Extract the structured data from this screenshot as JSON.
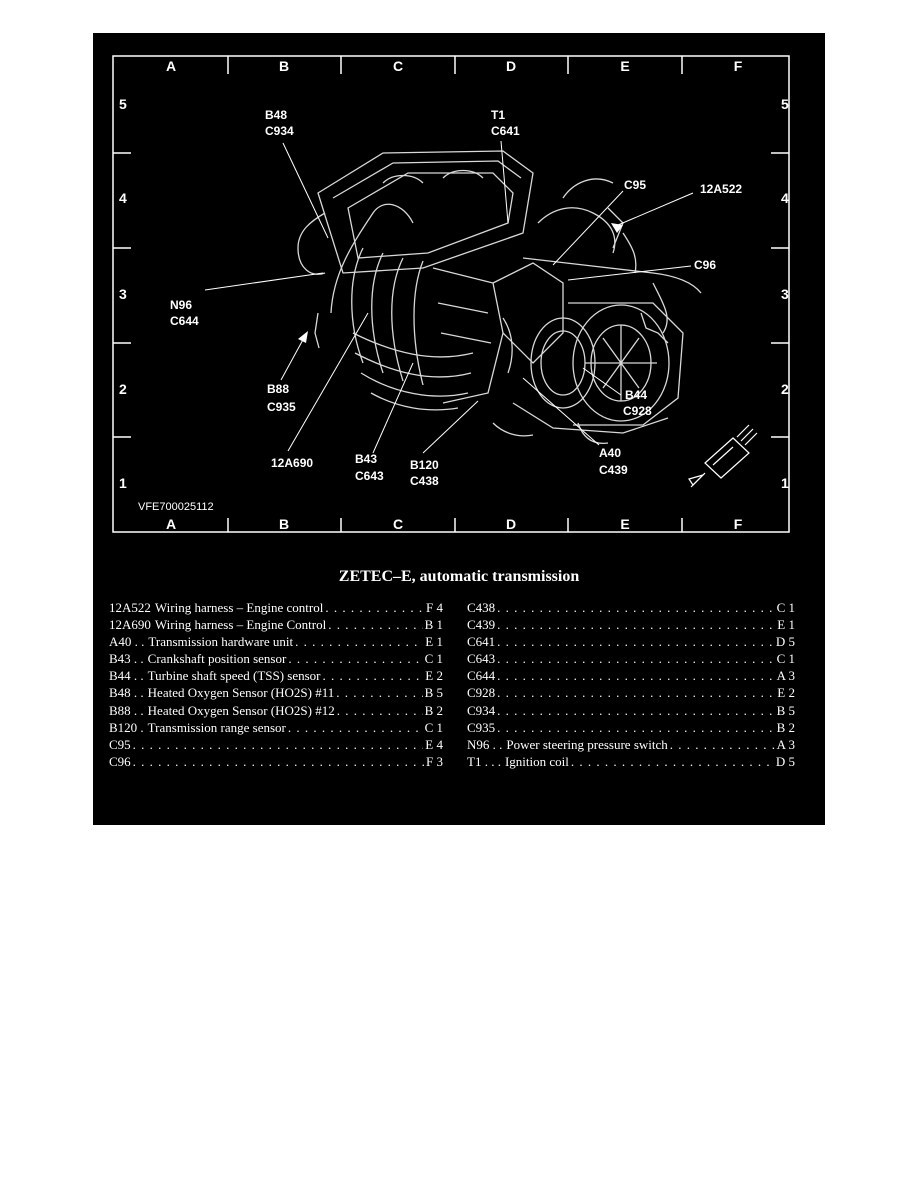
{
  "diagram": {
    "columns": [
      "A",
      "B",
      "C",
      "D",
      "E",
      "F"
    ],
    "rows": [
      "5",
      "4",
      "3",
      "2",
      "1"
    ],
    "image_id": "VFE700025112",
    "callouts": {
      "b48": [
        "B48",
        "C934"
      ],
      "t1": [
        "T1",
        "C641"
      ],
      "c95": [
        "C95"
      ],
      "h12a522": [
        "12A522"
      ],
      "c96": [
        "C96"
      ],
      "n96": [
        "N96",
        "C644"
      ],
      "b88": [
        "B88",
        "C935"
      ],
      "b44": [
        "B44",
        "C928"
      ],
      "a40": [
        "A40",
        "C439"
      ],
      "h12a690": [
        "12A690"
      ],
      "b43": [
        "B43",
        "C643"
      ],
      "b120": [
        "B120",
        "C438"
      ]
    }
  },
  "title": "ZETEC–E, automatic transmission",
  "legend_left": [
    {
      "code": "12A522",
      "desc": "Wiring harness – Engine control",
      "loc": "F 4"
    },
    {
      "code": "12A690",
      "desc": "Wiring harness – Engine Control",
      "loc": "B 1"
    },
    {
      "code": "A40 . .",
      "desc": "Transmission hardware unit",
      "loc": "E 1"
    },
    {
      "code": "B43 . .",
      "desc": "Crankshaft position sensor",
      "loc": "C 1"
    },
    {
      "code": "B44 . .",
      "desc": "Turbine shaft speed (TSS) sensor",
      "loc": "E 2"
    },
    {
      "code": "B48 . .",
      "desc": "Heated Oxygen Sensor (HO2S) #11",
      "loc": "B 5"
    },
    {
      "code": "B88 . .",
      "desc": "Heated Oxygen Sensor (HO2S) #12",
      "loc": "B 2"
    },
    {
      "code": "B120 .",
      "desc": "Transmission range sensor",
      "loc": "C 1"
    },
    {
      "code": "C95",
      "desc": "",
      "loc": "E 4"
    },
    {
      "code": "C96",
      "desc": "",
      "loc": "F 3"
    }
  ],
  "legend_right": [
    {
      "code": "C438",
      "desc": "",
      "loc": "C 1"
    },
    {
      "code": "C439",
      "desc": "",
      "loc": "E 1"
    },
    {
      "code": "C641",
      "desc": "",
      "loc": "D 5"
    },
    {
      "code": "C643",
      "desc": "",
      "loc": "C 1"
    },
    {
      "code": "C644",
      "desc": "",
      "loc": "A 3"
    },
    {
      "code": "C928",
      "desc": "",
      "loc": "E 2"
    },
    {
      "code": "C934",
      "desc": "",
      "loc": "B 5"
    },
    {
      "code": "C935",
      "desc": "",
      "loc": "B 2"
    },
    {
      "code": "N96 . .",
      "desc": "Power steering pressure switch",
      "loc": "A 3"
    },
    {
      "code": "T1 . . .",
      "desc": "Ignition coil",
      "loc": "D 5"
    }
  ]
}
